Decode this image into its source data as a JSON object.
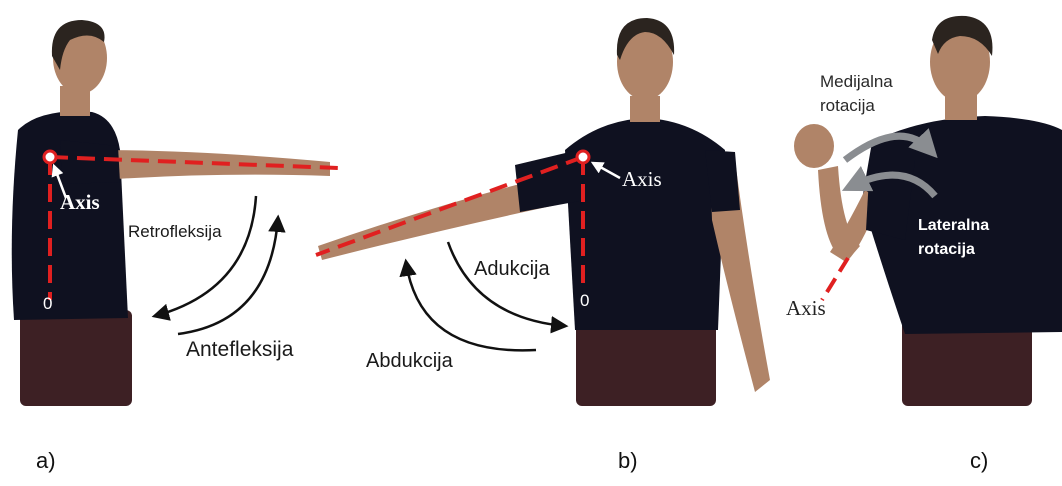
{
  "panels": {
    "a": {
      "caption": "a)",
      "axis_label": "Axis",
      "zero_label": "0",
      "motion_1": "Retrofleksija",
      "motion_2": "Antefleksija"
    },
    "b": {
      "caption": "b)",
      "axis_label": "Axis",
      "zero_label": "0",
      "motion_1": "Adukcija",
      "motion_2": "Abdukcija"
    },
    "c": {
      "caption": "c)",
      "axis_label": "Axis",
      "motion_1": "Medijalna\nrotacija",
      "motion_2": "Lateralna\nrotacija"
    }
  },
  "colors": {
    "shirt": "#0f1120",
    "skin": "#b08468",
    "hair": "#2b241f",
    "pants": "#3d2024",
    "axis_line": "#e02020",
    "arrow": "#111111",
    "rotation_arrow": "#8a8d91"
  }
}
